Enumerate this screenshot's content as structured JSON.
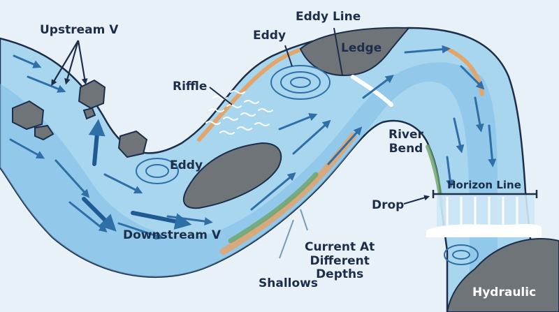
{
  "colors": {
    "background": "#e8f1f8",
    "water_light": "#a9d6ef",
    "water_mid": "#7fbde3",
    "water_dark": "#2f6fa8",
    "bank_outline": "#1c2e4a",
    "rock": "#6f7478",
    "sand": "#e2a56b",
    "moss": "#6aa46a",
    "label_text": "#1c2e4a"
  },
  "labels": {
    "upstream_v": "Upstream V",
    "eddy_top": "Eddy",
    "eddy_line": "Eddy Line",
    "ledge": "Ledge",
    "riffle": "Riffle",
    "eddy_middle": "Eddy",
    "river_bend_1": "River",
    "river_bend_2": "Bend",
    "horizon_line": "Horizon Line",
    "drop": "Drop",
    "downstream_v": "Downstream V",
    "current_1": "Current At",
    "current_2": "Different",
    "current_3": "Depths",
    "shallows": "Shallows",
    "hydraulic": "Hydraulic"
  },
  "icons": [
    "rock-icon",
    "flow-arrow-icon",
    "wave-lines-icon",
    "swirl-icon"
  ]
}
